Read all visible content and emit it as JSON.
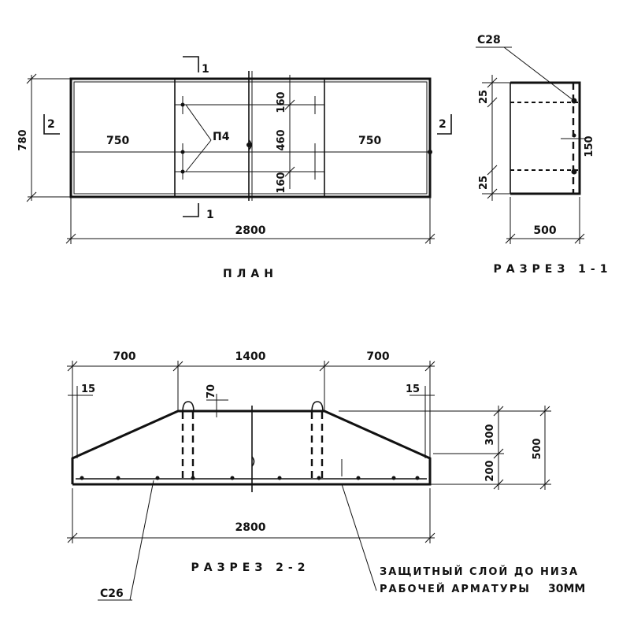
{
  "plan": {
    "caption": "ПЛАН",
    "dim_height": "780",
    "dim_left": "750",
    "dim_right": "750",
    "dim_top": "160",
    "dim_middle": "460",
    "dim_bottom": "160",
    "dim_length": "2800",
    "bolt_label": "П4",
    "cut_1_top": "1",
    "cut_1_bottom": "1",
    "cut_2_left": "2",
    "cut_2_right": "2"
  },
  "section_1": {
    "caption": "РАЗРЕЗ 1-1",
    "rebar_label": "С28",
    "dim_top": "25",
    "dim_bottom": "25",
    "dim_side": "150",
    "dim_width": "500"
  },
  "section_2": {
    "caption": "РАЗРЕЗ 2-2",
    "dim_left": "700",
    "dim_middle": "1400",
    "dim_right": "700",
    "dim_edge_left": "15",
    "dim_edge_right": "15",
    "dim_loop": "70",
    "dim_upper": "300",
    "dim_lower": "200",
    "dim_total_height": "500",
    "dim_length": "2800",
    "rebar_label": "С26",
    "note_line1": "ЗАЩИТНЫЙ СЛОЙ ДО НИЗА",
    "note_line2": "РАБОЧЕЙ АРМАТУРЫ",
    "note_value": "30ММ"
  }
}
